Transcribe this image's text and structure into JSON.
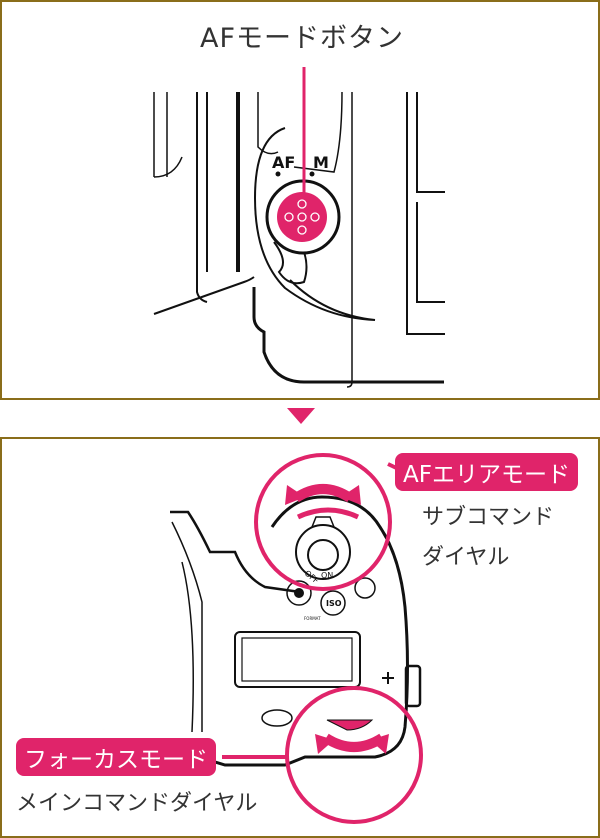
{
  "top_panel": {
    "title": "AFモードボタン",
    "camera_marks": [
      "AF",
      "M"
    ]
  },
  "bottom_panel": {
    "af_area_label": "AFエリアモード",
    "sub_dial_line1": "サブコマンド",
    "sub_dial_line2": "ダイヤル",
    "focus_mode_label": "フォーカスモード",
    "main_dial_label": "メインコマンドダイヤル",
    "camera_marks": [
      "OFF",
      "ON",
      "ISO",
      "FORMAT"
    ]
  },
  "colors": {
    "accent": "#e0246a",
    "border": "#8a6d1a",
    "text": "#333333"
  }
}
